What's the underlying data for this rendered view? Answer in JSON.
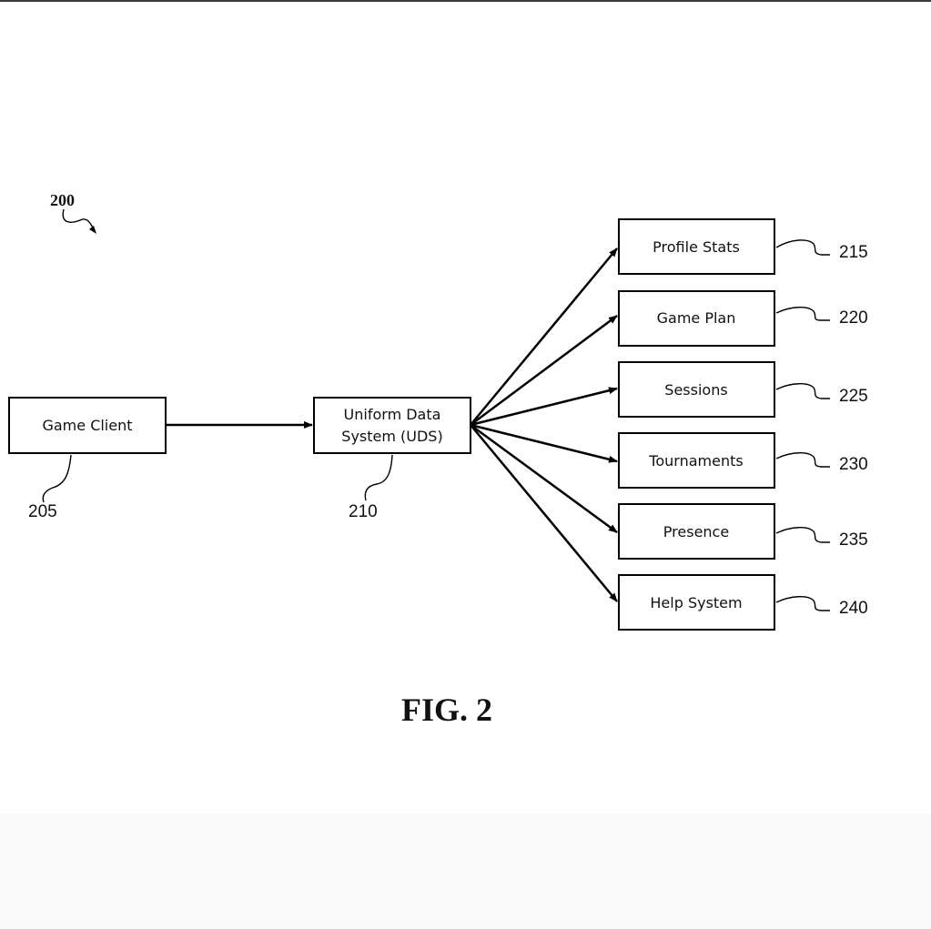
{
  "figure": {
    "ref": "200",
    "caption": "FIG. 2"
  },
  "nodes": {
    "game_client": {
      "label": "Game Client",
      "ref": "205"
    },
    "uds": {
      "label_line1": "Uniform Data",
      "label_line2": "System (UDS)",
      "ref": "210"
    },
    "profile_stats": {
      "label": "Profile Stats",
      "ref": "215"
    },
    "game_plan": {
      "label": "Game Plan",
      "ref": "220"
    },
    "sessions": {
      "label": "Sessions",
      "ref": "225"
    },
    "tournaments": {
      "label": "Tournaments",
      "ref": "230"
    },
    "presence": {
      "label": "Presence",
      "ref": "235"
    },
    "help_system": {
      "label": "Help System",
      "ref": "240"
    }
  }
}
